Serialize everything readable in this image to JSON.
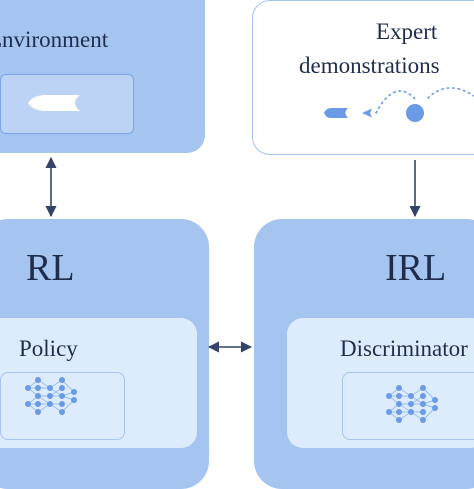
{
  "environment": {
    "title": "Environment"
  },
  "expert": {
    "title_line1": "Expert",
    "title_line2": "demonstrations"
  },
  "rl": {
    "title": "RL",
    "policy_label": "Policy"
  },
  "irl": {
    "title": "IRL",
    "discriminator_label": "Discriminator"
  },
  "colors": {
    "block": "#a6c4f0",
    "block_light": "#dcecfc",
    "accent": "#5b8de0",
    "arrow": "#334466",
    "text": "#1f2d4d"
  },
  "icons": [
    "agent-icon",
    "trajectory-icon",
    "neural-network-icon"
  ]
}
